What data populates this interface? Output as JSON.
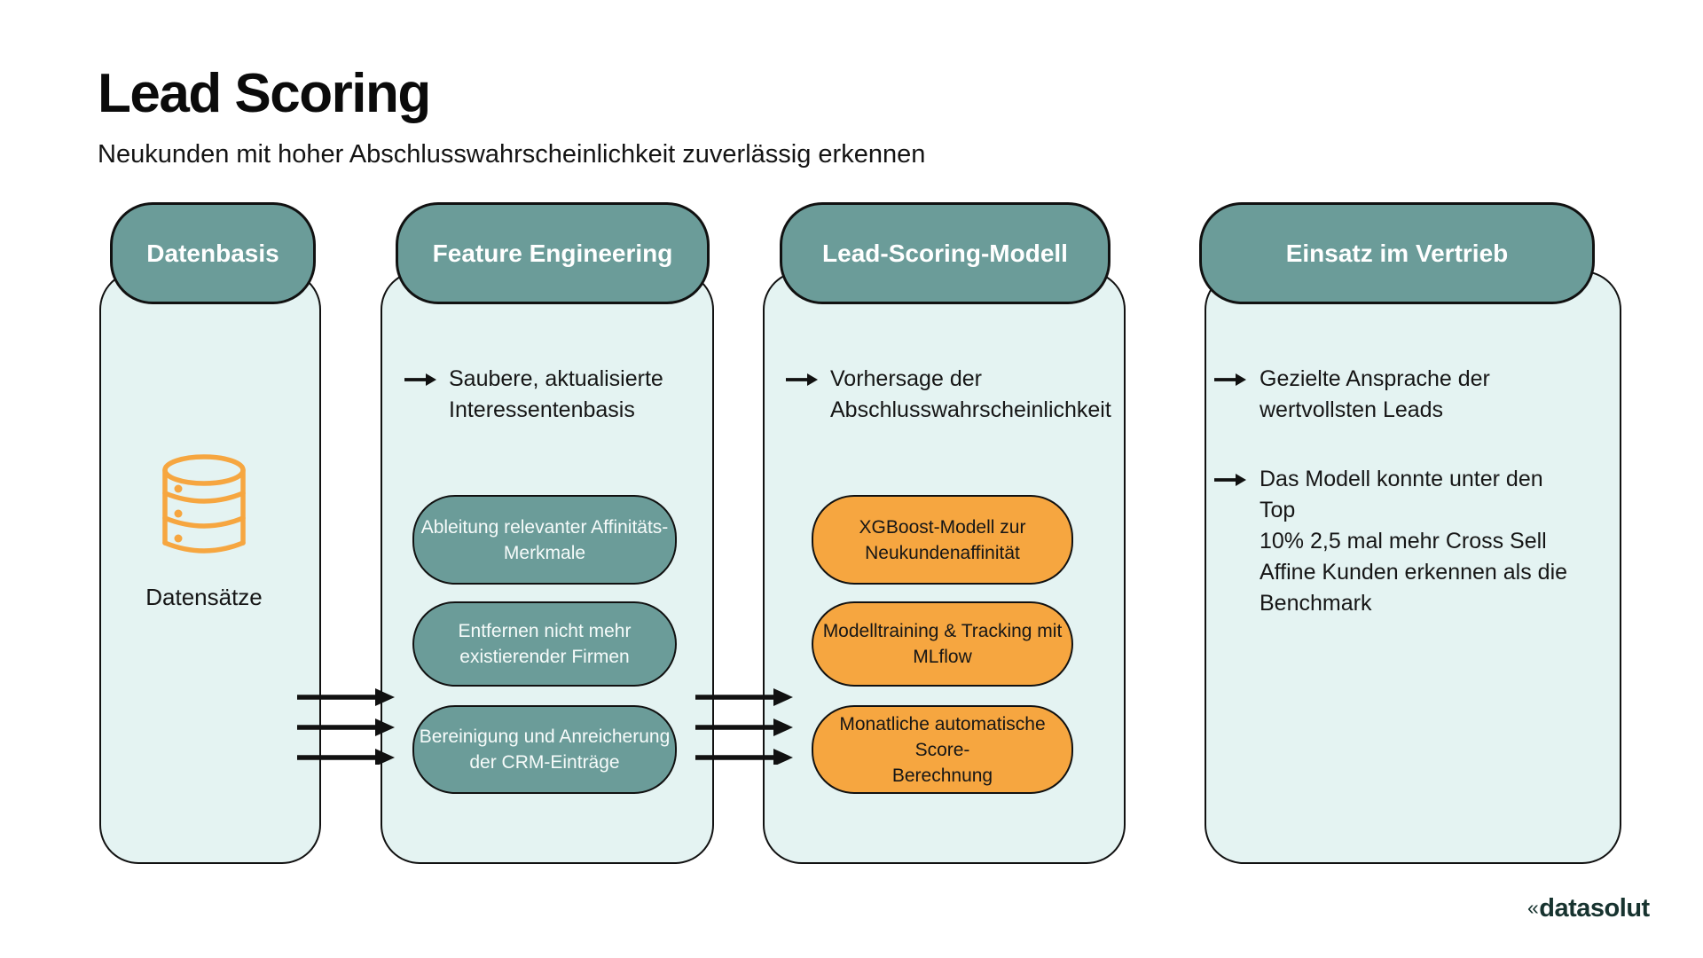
{
  "colors": {
    "teal": "#6B9C99",
    "column-bg": "#E4F3F2",
    "orange": "#F6A640",
    "ink": "#111111",
    "logo": "#17332F"
  },
  "page": {
    "title": "Lead Scoring",
    "subtitle": "Neukunden mit hoher Abschlusswahrscheinlichkeit zuverlässig erkennen"
  },
  "icons": {
    "database": "database-icon",
    "bullet": "arrow-right-icon",
    "flow": "triple-arrow-icon"
  },
  "columns": [
    {
      "header": "Datenbasis",
      "icon_label": "Datensätze"
    },
    {
      "header": "Feature Engineering",
      "bullet": "Saubere, aktualisierte\nInteressentenbasis",
      "pills": [
        "Ableitung relevanter Affinitäts-\nMerkmale",
        "Entfernen nicht mehr\nexistierender Firmen",
        "Bereinigung und Anreicherung\nder CRM-Einträge"
      ]
    },
    {
      "header": "Lead-Scoring-Modell",
      "bullet": "Vorhersage der\nAbschlusswahrscheinlichkeit",
      "pills": [
        "XGBoost-Modell zur\nNeukundenaffinität",
        "Modelltraining & Tracking mit\nMLflow",
        "Monatliche automatische Score-\nBerechnung"
      ]
    },
    {
      "header": "Einsatz im Vertrieb",
      "bullets": [
        "Gezielte Ansprache der\nwertvollsten Leads",
        "Das Modell konnte unter den Top\n10% 2,5 mal mehr Cross Sell\nAffine Kunden erkennen als die\nBenchmark"
      ]
    }
  ],
  "logo": {
    "mark": "«",
    "name": "datasolut"
  }
}
